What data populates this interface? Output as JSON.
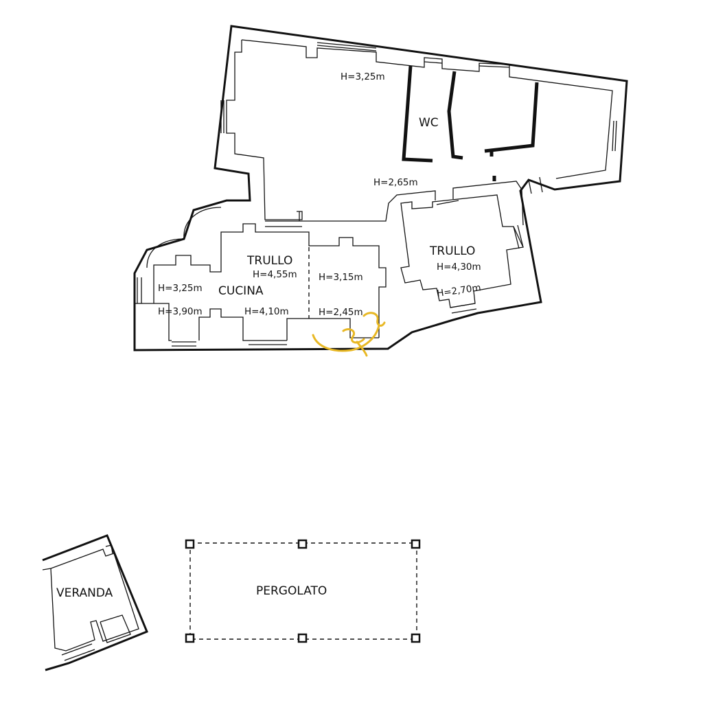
{
  "colors": {
    "line": "#111111",
    "logo": "#e8b825",
    "background": "#ffffff"
  },
  "rooms": {
    "wc": "WC",
    "trullo_left": "TRULLO",
    "cucina": "CUCINA",
    "trullo_right": "TRULLO",
    "veranda": "VERANDA",
    "pergolato": "PERGOLATO"
  },
  "heights": {
    "top_hall": "H=3,25m",
    "corridor": "H=2,65m",
    "trullo_left": "H=4,55m",
    "left_upper": "H=3,25m",
    "left_lower": "H=3,90m",
    "cucina_lower": "H=4,10m",
    "mid_upper": "H=3,15m",
    "mid_lower": "H=2,45m",
    "trullo_right": "H=4,30m",
    "trullo_right_lower": "H=2,70m"
  },
  "logo": {
    "icon": "gecko-logo-icon"
  }
}
